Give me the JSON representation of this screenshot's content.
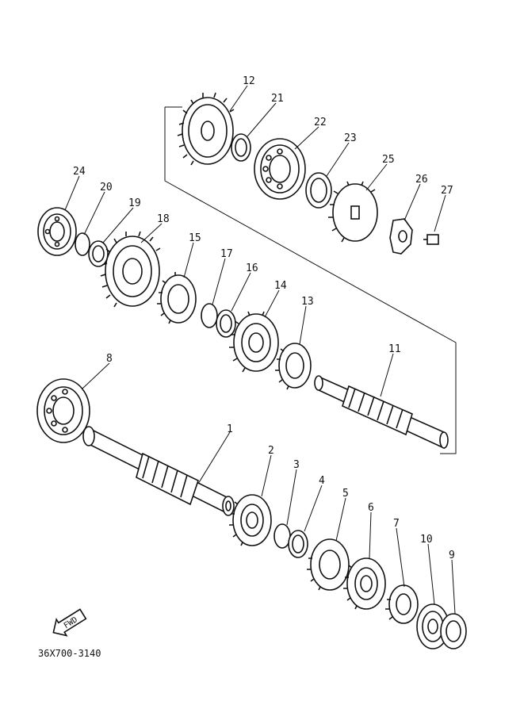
{
  "diagram": {
    "drawing_code": "36X700-3140",
    "fwd_label": "FWD",
    "callouts": [
      "1",
      "2",
      "3",
      "4",
      "5",
      "6",
      "7",
      "8",
      "9",
      "10",
      "11",
      "12",
      "13",
      "14",
      "15",
      "16",
      "17",
      "18",
      "19",
      "20",
      "21",
      "22",
      "23",
      "24",
      "25",
      "26",
      "27"
    ]
  }
}
